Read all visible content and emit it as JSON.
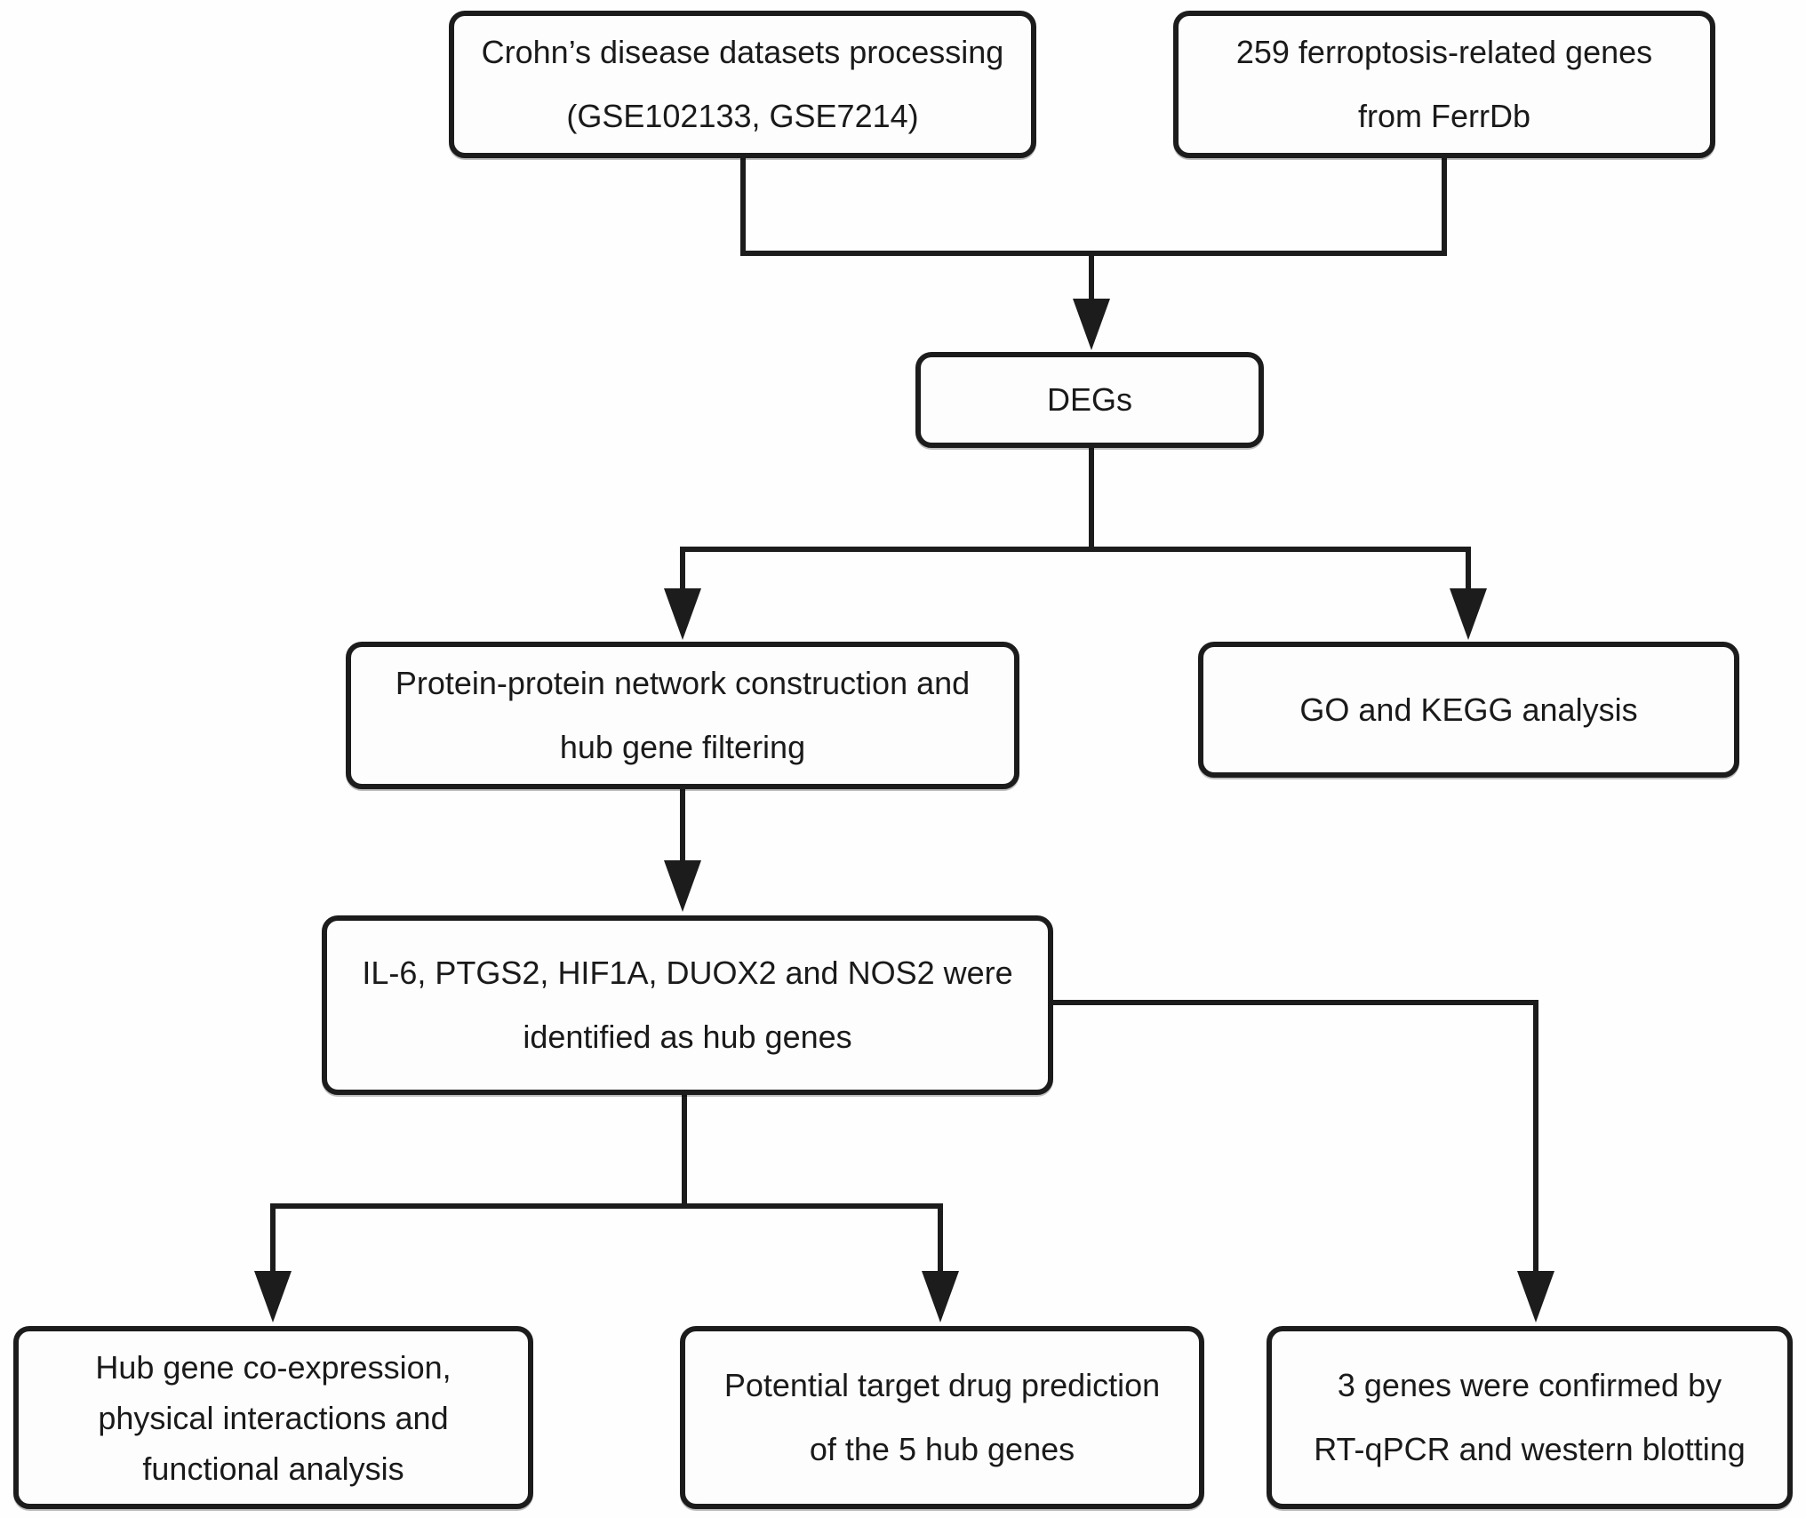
{
  "figure": {
    "type": "flowchart",
    "background_color": "#ffffff",
    "line_color": "#1c1c1c",
    "box_border_color": "#1c1c1c",
    "text_color": "#1a1a1a"
  },
  "nodes": {
    "datasets": {
      "lines": [
        "Crohn’s disease datasets processing",
        "(GSE102133, GSE7214)"
      ]
    },
    "ferrdb": {
      "lines": [
        "259 ferroptosis-related genes",
        "from FerrDb"
      ]
    },
    "degs": {
      "lines": [
        "DEGs"
      ]
    },
    "ppi": {
      "lines": [
        "Protein-protein network construction and",
        "hub gene filtering"
      ]
    },
    "go_kegg": {
      "lines": [
        "GO and KEGG analysis"
      ]
    },
    "hub_genes": {
      "lines": [
        "IL-6, PTGS2, HIF1A, DUOX2 and NOS2 were",
        "identified as hub genes"
      ]
    },
    "coexpression": {
      "lines": [
        "Hub gene co-expression,",
        "physical interactions and",
        "functional analysis"
      ]
    },
    "drug_prediction": {
      "lines": [
        "Potential target drug prediction",
        "of the 5 hub genes"
      ]
    },
    "validation": {
      "lines": [
        "3 genes were confirmed by",
        "RT-qPCR and western blotting"
      ]
    }
  }
}
